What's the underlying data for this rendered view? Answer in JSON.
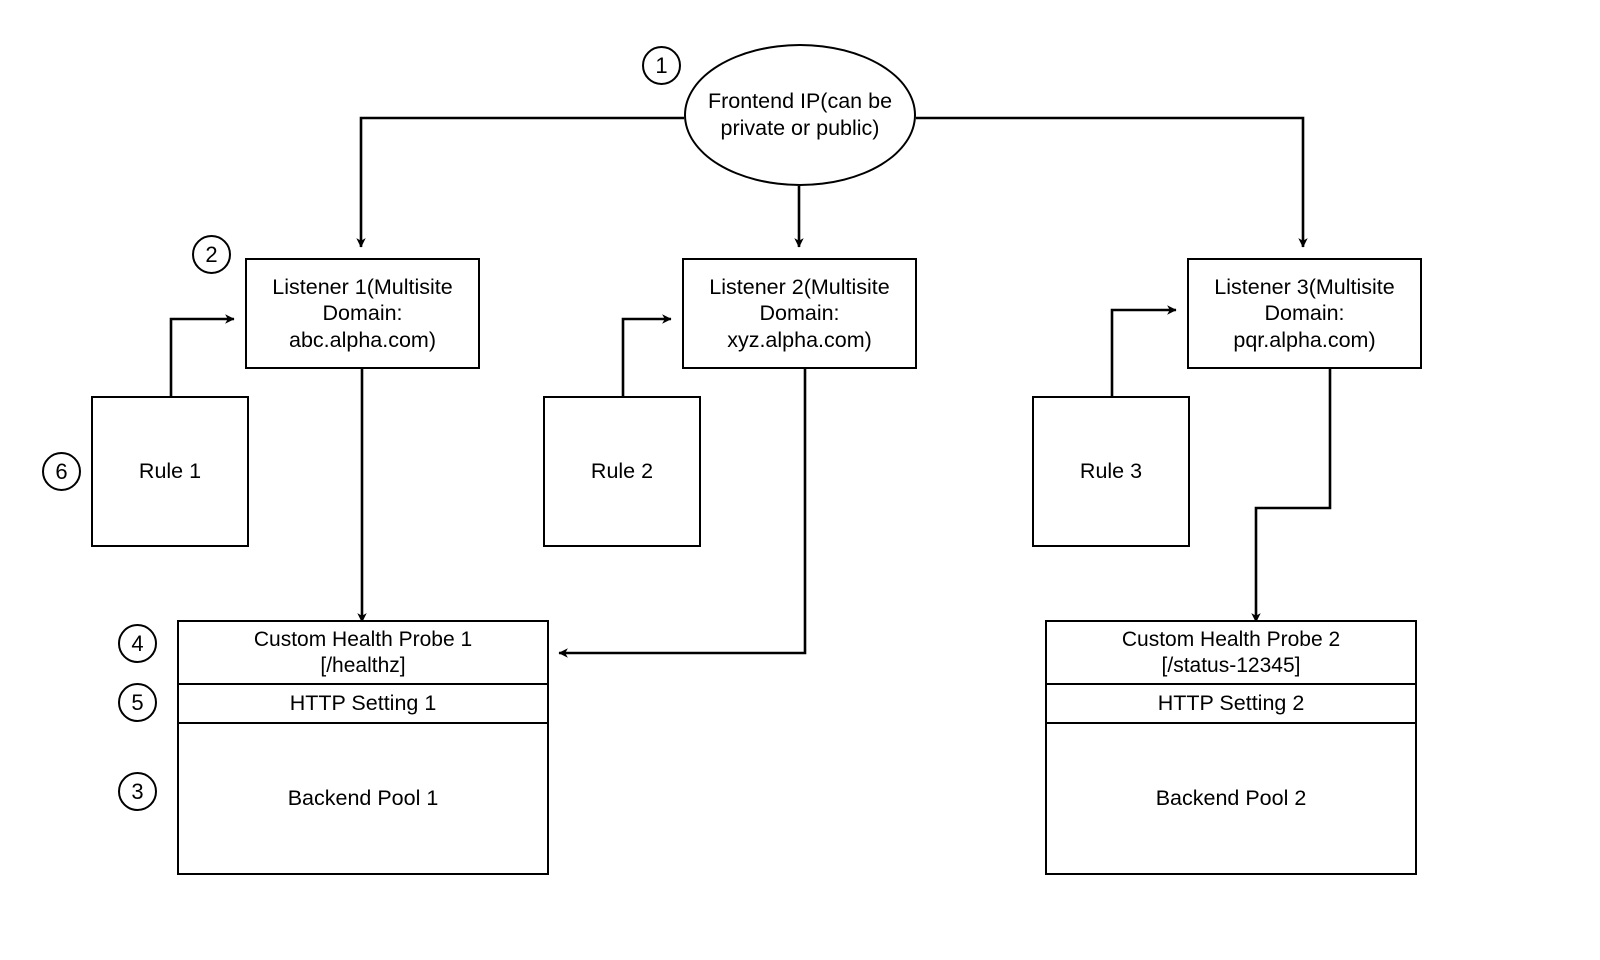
{
  "diagram": {
    "title": "Azure Application Gateway multisite routing diagram",
    "background": "#ffffff",
    "stroke": "#000000",
    "text_color": "#000000"
  },
  "frontend": {
    "label": "Frontend IP(can be\nprivate or public)",
    "marker": "1"
  },
  "listeners": [
    {
      "label": "Listener 1(Multisite\nDomain:\nabc.alpha.com)",
      "marker": "2"
    },
    {
      "label": "Listener 2(Multisite\nDomain:\nxyz.alpha.com)",
      "marker": ""
    },
    {
      "label": "Listener 3(Multisite\nDomain:\npqr.alpha.com)",
      "marker": ""
    }
  ],
  "rules": [
    {
      "label": "Rule 1",
      "marker": "6"
    },
    {
      "label": "Rule 2",
      "marker": ""
    },
    {
      "label": "Rule 3",
      "marker": ""
    }
  ],
  "backend_stacks": [
    {
      "probe": {
        "label": "Custom Health Probe 1\n[/healthz]",
        "marker": "4"
      },
      "http_setting": {
        "label": "HTTP Setting 1",
        "marker": "5"
      },
      "pool": {
        "label": "Backend Pool 1",
        "marker": "3"
      }
    },
    {
      "probe": {
        "label": "Custom Health Probe 2\n[/status-12345]",
        "marker": ""
      },
      "http_setting": {
        "label": "HTTP Setting 2",
        "marker": ""
      },
      "pool": {
        "label": "Backend Pool 2",
        "marker": ""
      }
    }
  ],
  "connections": [
    {
      "name": "frontend-to-listener-1",
      "from": "Frontend IP",
      "to": "Listener 1",
      "arrow": true
    },
    {
      "name": "frontend-to-listener-2",
      "from": "Frontend IP",
      "to": "Listener 2",
      "arrow": true
    },
    {
      "name": "frontend-to-listener-3",
      "from": "Frontend IP",
      "to": "Listener 3",
      "arrow": true
    },
    {
      "name": "rule-1-to-listener-1",
      "from": "Rule 1",
      "to": "Listener 1",
      "arrow": true
    },
    {
      "name": "rule-2-to-listener-2",
      "from": "Rule 2",
      "to": "Listener 2",
      "arrow": true
    },
    {
      "name": "rule-3-to-listener-3",
      "from": "Rule 3",
      "to": "Listener 3",
      "arrow": true
    },
    {
      "name": "listener-1-to-probe-1",
      "from": "Listener 1",
      "to": "Custom Health Probe 1",
      "arrow": true
    },
    {
      "name": "listener-2-to-probe-1",
      "from": "Listener 2",
      "to": "Custom Health Probe 1",
      "arrow": true
    },
    {
      "name": "listener-3-to-probe-2",
      "from": "Listener 3",
      "to": "Custom Health Probe 2",
      "arrow": true
    }
  ]
}
